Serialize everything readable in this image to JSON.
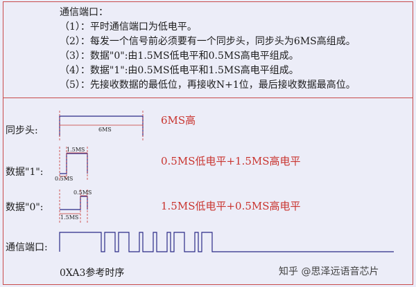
{
  "notes": {
    "title": "通信端口：",
    "items": [
      "（1）：平时通信端口为低电平。",
      "（2）：每发一个信号前必须要有一个同步头，同步头为6MS高组成。",
      "（3）：数据\"0\":由1.5MS低电平和0.5MS高电平组成。",
      "（4）：数据\"1\":由0.5MS低电平和1.5MS高电平组成。",
      "（5）：先接收数据的最低位，再接收N+1位，最后接收数据最高位。"
    ]
  },
  "rows": {
    "sync": {
      "label": "同步头:",
      "inner_label": "6MS",
      "note": "6MS高"
    },
    "one": {
      "label": "数据\"1\":",
      "low_label": "0.5MS",
      "high_label": "1.5MS",
      "note": "0.5MS低电平+1.5MS高电平"
    },
    "zero": {
      "label": "数据\"0\":",
      "low_label": "1.5MS",
      "high_label": "0.5MS",
      "note": "1.5MS低电平+0.5MS高电平"
    },
    "port": {
      "label": "通信端口:"
    }
  },
  "timing": {
    "sync_high_ms": 6,
    "bit_period_ms": 2,
    "value_hex": "0XA3",
    "bits_lsb_first": [
      1,
      1,
      0,
      0,
      0,
      1,
      0,
      1
    ]
  },
  "footer": "0XA3参考时序",
  "watermark": "知乎 @思泽远语音芯片",
  "colors": {
    "wave": "#2a2a86",
    "accent": "#c9342f",
    "border": "#c84a4a",
    "background": "#ecedf8"
  }
}
